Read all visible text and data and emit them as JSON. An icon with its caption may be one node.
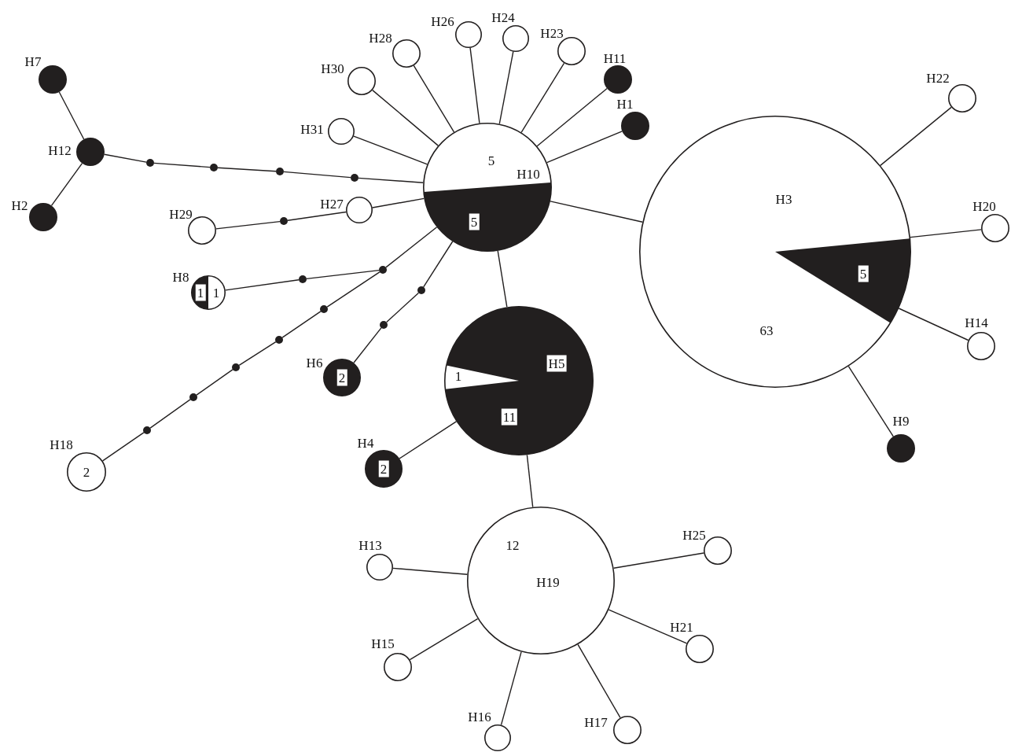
{
  "diagram": {
    "nodes": [
      {
        "text": [
          "H7"
        ]
      },
      {
        "text": [
          "H28"
        ]
      },
      {
        "text": [
          "H26"
        ]
      },
      {
        "text": [
          "H24"
        ]
      },
      {
        "text": [
          "H23"
        ]
      },
      {
        "text": [
          "H11"
        ]
      },
      {
        "text": [
          "H30"
        ]
      },
      {
        "text": [
          "H1"
        ]
      },
      {
        "text": [
          "H22"
        ]
      },
      {
        "text": [
          "H31"
        ]
      },
      {
        "text": [
          "H12"
        ]
      },
      {
        "text": [
          "H10",
          "5",
          "5"
        ]
      },
      {
        "text": [
          "H2"
        ]
      },
      {
        "text": [
          "H27"
        ]
      },
      {
        "text": [
          "H20"
        ]
      },
      {
        "text": [
          "H3",
          "5",
          "63"
        ]
      },
      {
        "text": [
          "H29"
        ]
      },
      {
        "text": [
          "H8",
          "1",
          "1"
        ]
      },
      {
        "text": [
          "H14"
        ]
      },
      {
        "text": [
          "H5",
          "1",
          "11"
        ]
      },
      {
        "text": [
          "H6",
          "2"
        ]
      },
      {
        "text": [
          "H9"
        ]
      },
      {
        "text": [
          "H18",
          "2"
        ]
      },
      {
        "text": [
          "H4",
          "2"
        ]
      },
      {
        "text": [
          "12",
          "H19"
        ]
      },
      {
        "text": [
          "H13"
        ]
      },
      {
        "text": [
          "H25"
        ]
      },
      {
        "text": [
          "H21"
        ]
      },
      {
        "text": [
          "H15"
        ]
      },
      {
        "text": [
          "H16"
        ]
      },
      {
        "text": [
          "H17"
        ]
      },
      {
        "text": [],
        "shape": "circle"
      },
      {
        "text": [],
        "shape": "circle"
      },
      {
        "text": [],
        "shape": "circle"
      },
      {
        "text": [],
        "shape": "circle"
      },
      {
        "text": [],
        "shape": "circle"
      },
      {
        "text": [],
        "shape": "circle"
      },
      {
        "text": [],
        "shape": "circle"
      },
      {
        "text": [],
        "shape": "circle"
      },
      {
        "text": [],
        "shape": "circle"
      },
      {
        "text": [],
        "shape": "circle"
      },
      {
        "text": [],
        "shape": "circle"
      },
      {
        "text": [],
        "shape": "circle"
      },
      {
        "text": [],
        "shape": "circle"
      },
      {
        "text": [],
        "shape": "circle"
      }
    ],
    "edges": [
      {
        "from": 0,
        "to": 10,
        "arrow": "none"
      },
      {
        "from": 10,
        "to": 12,
        "arrow": "none"
      },
      {
        "from": 10,
        "to": 31,
        "arrow": "none"
      },
      {
        "from": 31,
        "to": 32,
        "arrow": "none"
      },
      {
        "from": 32,
        "to": 33,
        "arrow": "none"
      },
      {
        "from": 33,
        "to": 34,
        "arrow": "none"
      },
      {
        "from": 34,
        "to": 11,
        "arrow": "none"
      },
      {
        "from": 1,
        "to": 11,
        "arrow": "none"
      },
      {
        "from": 2,
        "to": 11,
        "arrow": "none"
      },
      {
        "from": 3,
        "to": 11,
        "arrow": "none"
      },
      {
        "from": 4,
        "to": 11,
        "arrow": "none"
      },
      {
        "from": 5,
        "to": 11,
        "arrow": "none"
      },
      {
        "from": 6,
        "to": 11,
        "arrow": "none"
      },
      {
        "from": 7,
        "to": 11,
        "arrow": "none"
      },
      {
        "from": 9,
        "to": 11,
        "arrow": "none"
      },
      {
        "from": 13,
        "to": 11,
        "arrow": "none"
      },
      {
        "from": 16,
        "to": 35,
        "arrow": "none"
      },
      {
        "from": 35,
        "to": 13,
        "arrow": "none"
      },
      {
        "from": 11,
        "to": 15,
        "arrow": "none"
      },
      {
        "from": 15,
        "to": 8,
        "arrow": "none"
      },
      {
        "from": 15,
        "to": 14,
        "arrow": "none"
      },
      {
        "from": 15,
        "to": 18,
        "arrow": "none"
      },
      {
        "from": 15,
        "to": 21,
        "arrow": "none"
      },
      {
        "from": 17,
        "to": 36,
        "arrow": "none"
      },
      {
        "from": 36,
        "to": 37,
        "arrow": "none"
      },
      {
        "from": 37,
        "to": 11,
        "arrow": "none"
      },
      {
        "from": 22,
        "to": 38,
        "arrow": "none"
      },
      {
        "from": 38,
        "to": 39,
        "arrow": "none"
      },
      {
        "from": 39,
        "to": 40,
        "arrow": "none"
      },
      {
        "from": 40,
        "to": 41,
        "arrow": "none"
      },
      {
        "from": 41,
        "to": 42,
        "arrow": "none"
      },
      {
        "from": 42,
        "to": 37,
        "arrow": "none"
      },
      {
        "from": 20,
        "to": 43,
        "arrow": "none"
      },
      {
        "from": 43,
        "to": 44,
        "arrow": "none"
      },
      {
        "from": 44,
        "to": 11,
        "arrow": "none"
      },
      {
        "from": 11,
        "to": 19,
        "arrow": "none"
      },
      {
        "from": 19,
        "to": 23,
        "arrow": "none"
      },
      {
        "from": 19,
        "to": 24,
        "arrow": "none"
      },
      {
        "from": 24,
        "to": 25,
        "arrow": "none"
      },
      {
        "from": 24,
        "to": 26,
        "arrow": "none"
      },
      {
        "from": 24,
        "to": 27,
        "arrow": "none"
      },
      {
        "from": 24,
        "to": 28,
        "arrow": "none"
      },
      {
        "from": 24,
        "to": 29,
        "arrow": "none"
      },
      {
        "from": 24,
        "to": 30,
        "arrow": "none"
      }
    ]
  }
}
